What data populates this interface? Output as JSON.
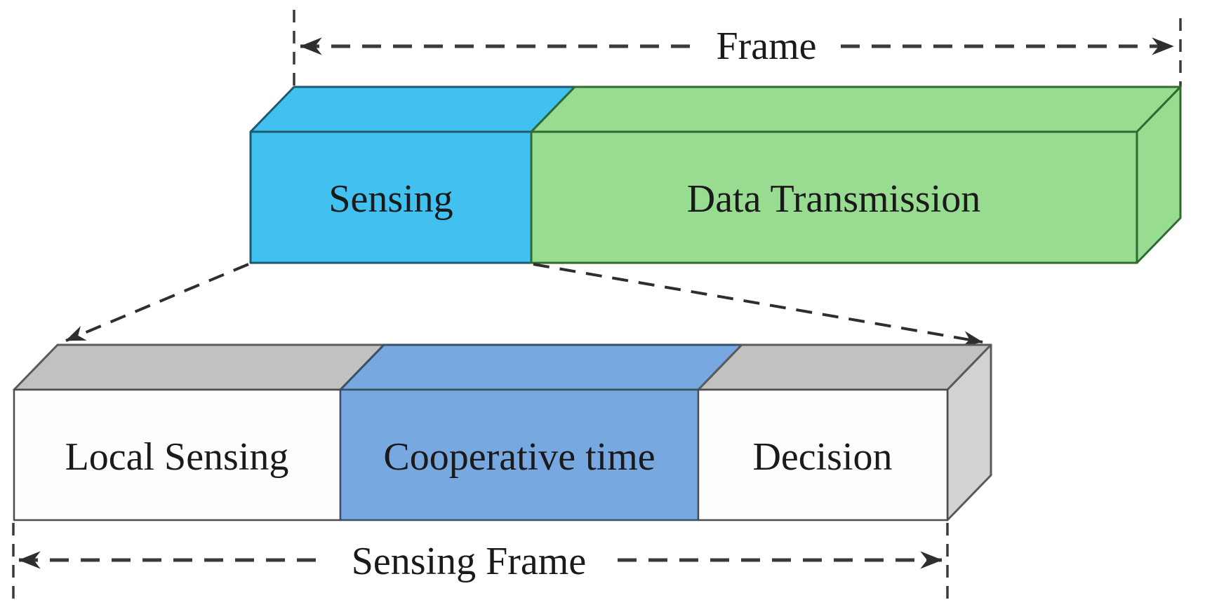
{
  "figure": {
    "description_visible_labels_only": "frame structure diagram"
  },
  "colors": {
    "sensing_fill": "#41c1f0",
    "data_transmission_fill": "#97dc90",
    "cooperative_fill": "#78a8e0",
    "top_face_gray": "#c1c1bf",
    "side_face_gray": "#d2d2d0",
    "white_fill": "#fdfdfd",
    "line_color": "#333333"
  },
  "frame": {
    "label": "Frame"
  },
  "top_box": {
    "segments": [
      {
        "label": "Sensing"
      },
      {
        "label": "Data Transmission"
      }
    ]
  },
  "sensing_detail_box": {
    "segments": [
      {
        "label": "Local Sensing"
      },
      {
        "label": "Cooperative time"
      },
      {
        "label": "Decision"
      }
    ]
  },
  "sensing_frame": {
    "label": "Sensing Frame"
  }
}
